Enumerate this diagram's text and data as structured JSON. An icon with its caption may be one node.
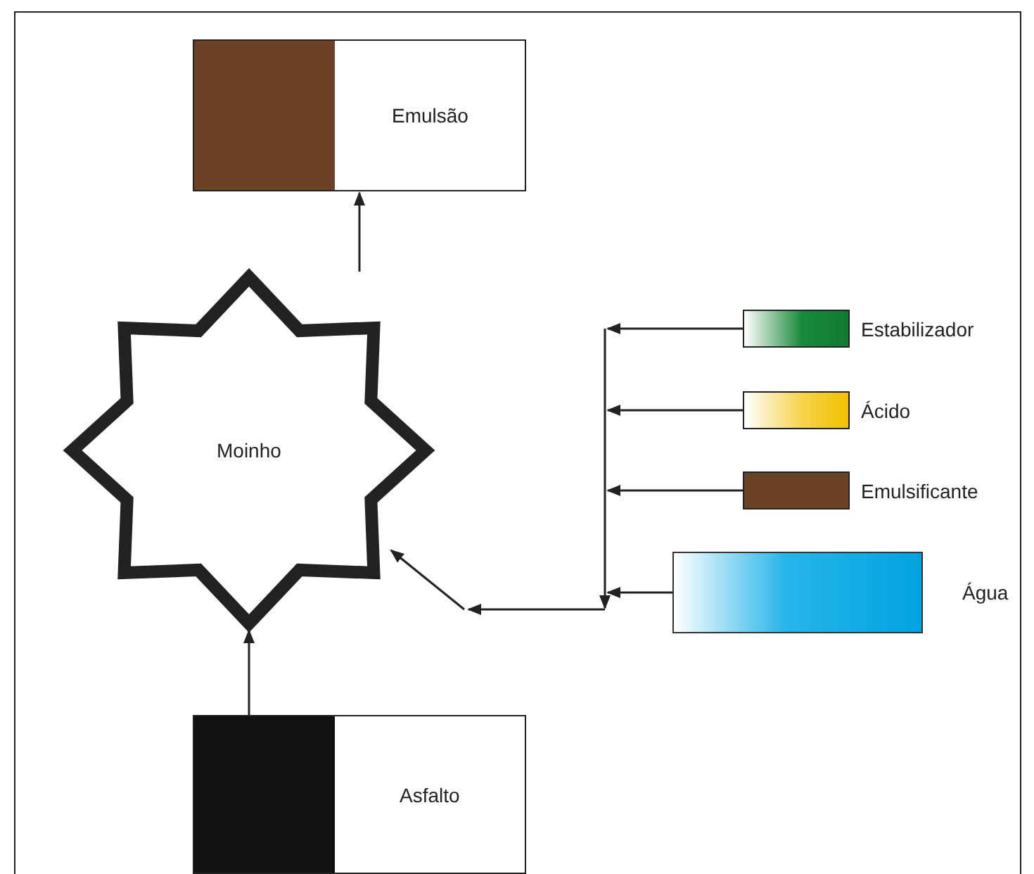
{
  "diagram": {
    "nodes": [
      {
        "text": [
          "Emulsão"
        ]
      },
      {
        "text": [
          "Moinho"
        ]
      },
      {
        "text": [],
        "shape": "bar",
        "beside": [
          "Estabilizador"
        ]
      },
      {
        "text": [],
        "shape": "bar",
        "beside": [
          "Ácido"
        ]
      },
      {
        "text": [],
        "shape": "bar",
        "beside": [
          "Emulsificante"
        ]
      },
      {
        "text": [],
        "shape": "box",
        "beside": [
          "Água"
        ]
      },
      {
        "text": [
          "Asfalto"
        ]
      }
    ],
    "edges": [
      {
        "from": 1,
        "to": 0,
        "arrow": "to"
      },
      {
        "from": 6,
        "to": 1,
        "arrow": "to"
      },
      {
        "from": 2,
        "to": 1,
        "arrow": "to"
      },
      {
        "from": 3,
        "to": 1,
        "arrow": "to"
      },
      {
        "from": 4,
        "to": 1,
        "arrow": "to"
      },
      {
        "from": 5,
        "to": 1,
        "arrow": "to"
      }
    ]
  }
}
